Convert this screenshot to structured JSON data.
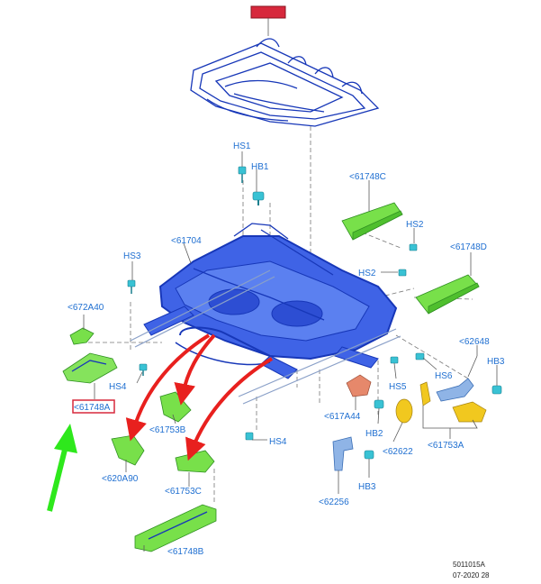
{
  "labels": {
    "hs1": "HS1",
    "hb1": "HB1",
    "p61748c": "<61748C",
    "hs2a": "HS2",
    "p61704": "<61704",
    "hs3": "HS3",
    "p61748d": "<61748D",
    "hs2b": "HS2",
    "p672a40": "<672A40",
    "p62648": "<62648",
    "hb3a": "HB3",
    "hs4a": "HS4",
    "hs6": "HS6",
    "hs5": "HS5",
    "p61748a": "<61748A",
    "p61753b": "<61753B",
    "p617a44": "<617A44",
    "hs4b": "HS4",
    "hb2": "HB2",
    "p62622": "<62622",
    "p61753a": "<61753A",
    "p620a90": "<620A90",
    "p61753c": "<61753C",
    "hb3b": "HB3",
    "p62256": "<62256",
    "p61748b": "<61748B"
  },
  "footer": {
    "code": "5011015A",
    "date": "07-2020 28"
  },
  "colors": {
    "label": "#1f6fd1",
    "highlight_box": "#d7283c",
    "top_label_fill": "#d7283c",
    "frame": "#3f63e6",
    "green_parts": "#78e04a",
    "red_arrows": "#e8201e",
    "green_arrow": "#2ee81c",
    "fasteners": "#39c2d4",
    "yellow_parts": "#f1c81f"
  }
}
